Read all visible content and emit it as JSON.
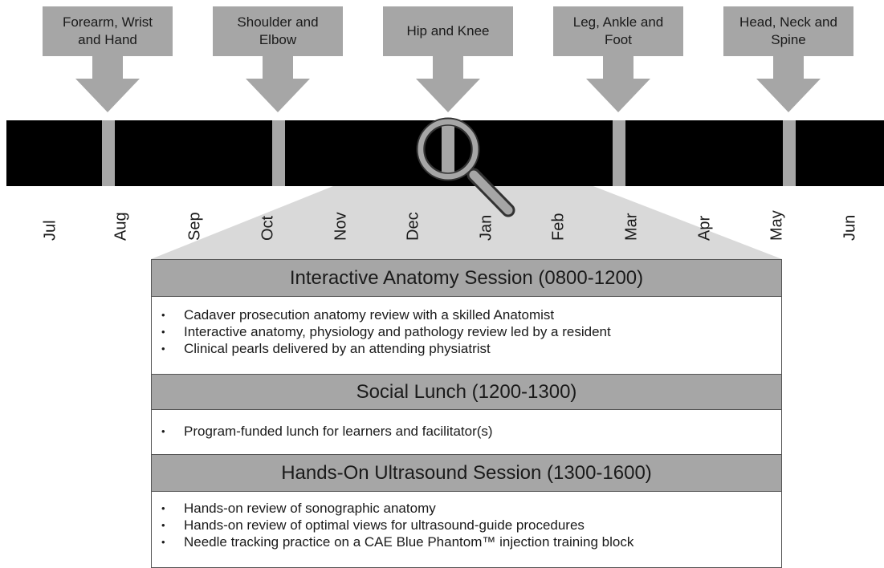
{
  "colors": {
    "bar": "#000000",
    "marker": "#a6a6a6",
    "callout": "#a6a6a6",
    "zoom": "#8c8c8c"
  },
  "callouts": [
    {
      "label": "Forearm, Wrist\nand Hand",
      "month": "Aug"
    },
    {
      "label": "Shoulder and\nElbow",
      "month": "Oct"
    },
    {
      "label": "Hip and Knee",
      "month": "Jan"
    },
    {
      "label": "Leg, Ankle and\nFoot",
      "month": "Mar"
    },
    {
      "label": "Head, Neck and\nSpine",
      "month": "May"
    }
  ],
  "months": [
    "Jul",
    "Aug",
    "Sep",
    "Oct",
    "Nov",
    "Dec",
    "Jan",
    "Feb",
    "Mar",
    "Apr",
    "May",
    "Jun"
  ],
  "zoom_icon": "magnifying-glass-icon",
  "sessions": [
    {
      "title": "Interactive Anatomy Session (0800-1200)",
      "items": [
        "Cadaver prosecution anatomy review with a skilled Anatomist",
        "Interactive anatomy, physiology and pathology review led by a resident",
        "Clinical pearls delivered by an attending physiatrist"
      ]
    },
    {
      "title": "Social Lunch (1200-1300)",
      "items": [
        "Program-funded lunch for learners and facilitator(s)"
      ]
    },
    {
      "title": "Hands-On Ultrasound Session (1300-1600)",
      "items": [
        "Hands-on review of sonographic anatomy",
        "Hands-on review of optimal views for ultrasound-guide procedures",
        "Needle tracking practice on a CAE Blue Phantom™ injection training block"
      ]
    }
  ]
}
